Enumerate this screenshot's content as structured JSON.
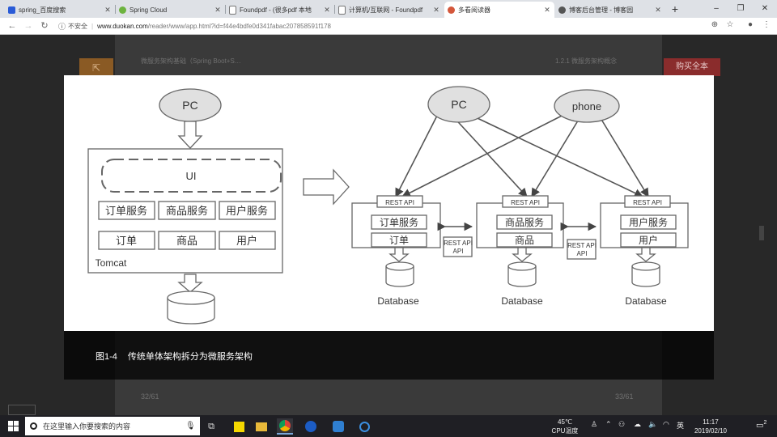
{
  "browser": {
    "tabs": [
      {
        "label": "spring_百度搜索",
        "icon": "baidu-paw-icon",
        "color": "#2a5bd7"
      },
      {
        "label": "Spring Cloud",
        "icon": "spring-leaf-icon",
        "color": "#6db33f"
      },
      {
        "label": "Foundpdf - (很多pdf 本地",
        "icon": "document-icon",
        "color": "#777777"
      },
      {
        "label": "计算机/互联网 - Foundpdf",
        "icon": "document-icon",
        "color": "#777777"
      },
      {
        "label": "多看阅读器",
        "icon": "duokan-icon",
        "color": "#d4573b",
        "active": true
      },
      {
        "label": "博客后台管理 - 博客园",
        "icon": "cnblogs-icon",
        "color": "#555555"
      }
    ],
    "new_tab": "+",
    "window_controls": {
      "minimize": "–",
      "maximize": "❐",
      "close": "✕"
    },
    "address": {
      "insecure_label": "不安全",
      "host": "www.duokan.com",
      "path": "/reader/www/app.html?id=f44e4bdfe0d341fabac207858591f178"
    }
  },
  "reader": {
    "header_left": "微服务架构基础（Spring Boot+S…",
    "header_right": "1.2.1 微服务架构概念",
    "buy_label": "购买全本",
    "page_left": "32/61",
    "page_right": "33/61"
  },
  "figure": {
    "caption_number": "图1-4",
    "caption_text": "传统单体架构拆分为微服务架构",
    "left": {
      "pc": "PC",
      "ui": "UI",
      "services": [
        "订单服务",
        "商品服务",
        "用户服务"
      ],
      "modules": [
        "订单",
        "商品",
        "用户"
      ],
      "container": "Tomcat"
    },
    "right": {
      "clients": [
        "PC",
        "phone"
      ],
      "services": [
        {
          "api": "REST API",
          "service": "订单服务",
          "module": "订单",
          "db": "Database"
        },
        {
          "api": "REST API",
          "service": "商品服务",
          "module": "商品",
          "db": "Database"
        },
        {
          "api": "REST API",
          "service": "用户服务",
          "module": "用户",
          "db": "Database"
        }
      ],
      "connectors": [
        "REST API",
        "REST API"
      ]
    }
  },
  "taskbar": {
    "search_placeholder": "在这里输入你要搜索的内容",
    "weather_temp": "45℃",
    "weather_label": "CPU温度",
    "ime": "英",
    "time": "11:17",
    "date": "2019/02/10",
    "notifications": "2"
  }
}
